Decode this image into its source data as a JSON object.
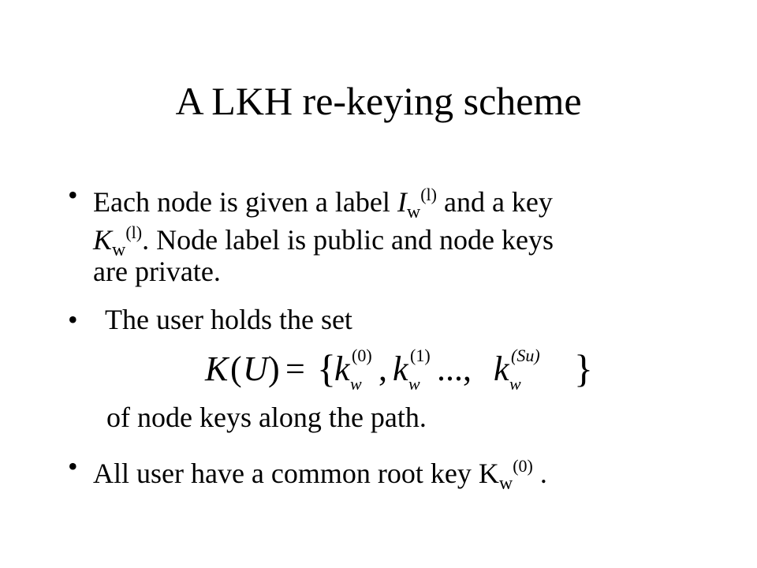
{
  "slide": {
    "title": "A LKH re-keying scheme",
    "bullet_char": "•",
    "bullets": [
      {
        "line1_pre": "Each node is given a label ",
        "label_var": "I",
        "label_sub": "w",
        "label_sup": "(l)",
        "line1_post": " and a key",
        "key_var": "K",
        "key_sub": "w",
        "key_sup": "(l)",
        "line2_post": ". Node label is public and node keys",
        "line3": "are private."
      },
      {
        "line1": "The user holds the set",
        "formula": {
          "lhs_K": "K",
          "lhs_open": "(",
          "lhs_U": "U",
          "lhs_close": ")",
          "equals": "=",
          "open_brace": "{",
          "k": "k",
          "sub": "w",
          "sup0": "(0)",
          "sep1": ",",
          "sup1": "(1)",
          "dots": "...,",
          "supSu": "(Su)",
          "close_brace": "}"
        },
        "line2": "of node keys along the path."
      },
      {
        "text_pre": "All user have a common root key K",
        "sub": "w",
        "sup": "(0)",
        "text_post": " ."
      }
    ]
  }
}
